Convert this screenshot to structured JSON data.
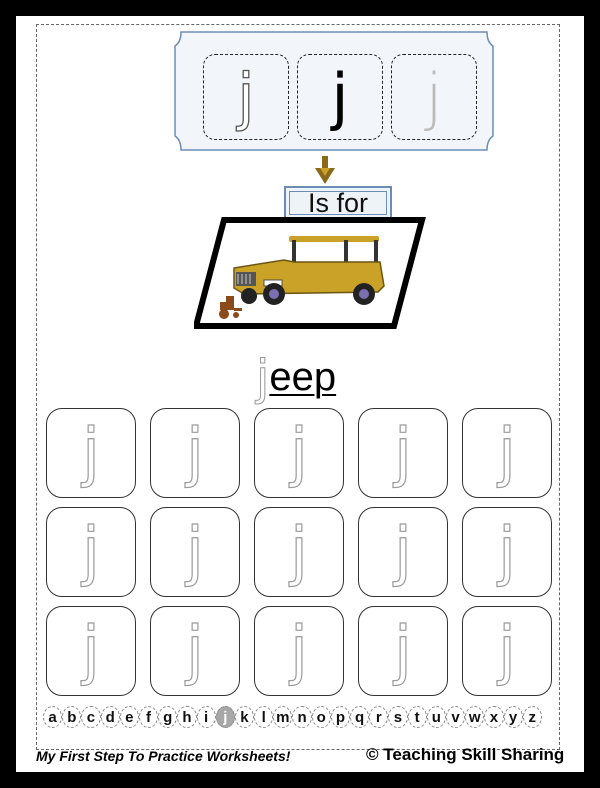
{
  "header": {
    "letter_outline": "j",
    "letter_solid": "j",
    "letter_faint": "j"
  },
  "connector": "Is for",
  "picture": {
    "subject": "jeep",
    "icon": "tractor-icon",
    "frame_color": "#000000"
  },
  "word": {
    "first_letter": "j",
    "rest": "eep"
  },
  "practice": {
    "letter": "j",
    "rows": 3,
    "cols": 5
  },
  "alphabet": {
    "letters": [
      "a",
      "b",
      "c",
      "d",
      "e",
      "f",
      "g",
      "h",
      "i",
      "j",
      "k",
      "l",
      "m",
      "n",
      "o",
      "p",
      "q",
      "r",
      "s",
      "t",
      "u",
      "v",
      "w",
      "x",
      "y",
      "z"
    ],
    "active": "j"
  },
  "footer": {
    "left": "My First Step To Practice Worksheets!",
    "right": "© Teaching Skill Sharing"
  },
  "colors": {
    "connector_border": "#6b8db5",
    "arrow": "#8a6a1a",
    "jeep_body": "#c9a227"
  }
}
